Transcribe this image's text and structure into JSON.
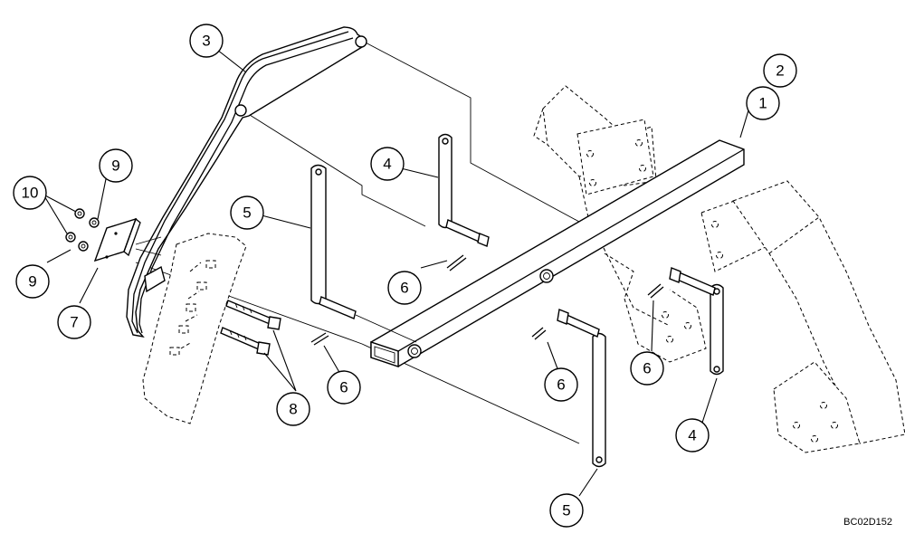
{
  "callouts": [
    {
      "id": "callout-3",
      "label": "3"
    },
    {
      "id": "callout-2",
      "label": "2"
    },
    {
      "id": "callout-1",
      "label": "1"
    },
    {
      "id": "callout-9-top",
      "label": "9"
    },
    {
      "id": "callout-10",
      "label": "10"
    },
    {
      "id": "callout-4-top",
      "label": "4"
    },
    {
      "id": "callout-5-left",
      "label": "5"
    },
    {
      "id": "callout-9-bottom",
      "label": "9"
    },
    {
      "id": "callout-7",
      "label": "7"
    },
    {
      "id": "callout-6-center",
      "label": "6"
    },
    {
      "id": "callout-6-left",
      "label": "6"
    },
    {
      "id": "callout-6-right",
      "label": "6"
    },
    {
      "id": "callout-6-far-right",
      "label": "6"
    },
    {
      "id": "callout-8",
      "label": "8"
    },
    {
      "id": "callout-4-bottom",
      "label": "4"
    },
    {
      "id": "callout-5-bottom",
      "label": "5"
    }
  ],
  "reference_code": "BC02D152"
}
